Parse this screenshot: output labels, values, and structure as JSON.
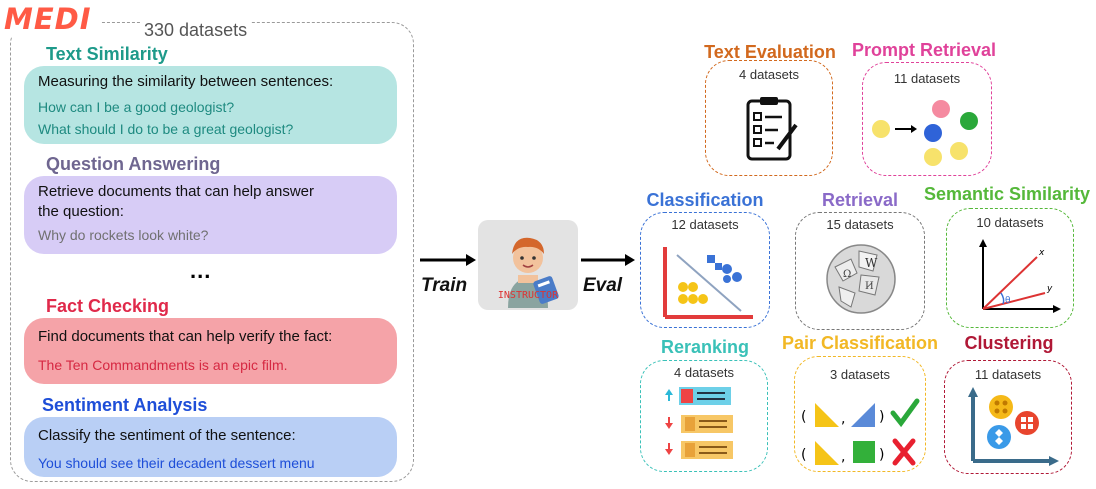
{
  "medi": {
    "logo": "MEDI",
    "count": "330 datasets",
    "ellipsis": "...",
    "tasks": [
      {
        "title": "Text Similarity",
        "color": "#1e9a8a",
        "instruction": "Measuring the similarity between sentences:",
        "examples": [
          "How can I be a good geologist?",
          "What should I do to be a great geologist?"
        ],
        "card_color": "#b6e5e2",
        "example_color": "#1e8a80"
      },
      {
        "title": "Question Answering",
        "color": "#6f6690",
        "instruction_lines": [
          "Retrieve documents that can help answer",
          "the question:"
        ],
        "examples": [
          "Why do rockets look white?"
        ],
        "card_color": "#d7ccf6",
        "example_color": "#707070"
      },
      {
        "title": "Fact Checking",
        "color": "#e0294a",
        "instruction": "Find documents that can help verify the fact:",
        "examples": [
          "The Ten Commandments is an epic film."
        ],
        "card_color": "#f5a3a8",
        "example_color": "#d62842"
      },
      {
        "title": "Sentiment Analysis",
        "color": "#1e4ed8",
        "instruction": "Classify the sentiment of the sentence:",
        "examples": [
          "You should see their decadent dessert menu"
        ],
        "card_color": "#b9cff5",
        "example_color": "#1e4ed8"
      }
    ]
  },
  "flow": {
    "train": "Train",
    "eval": "Eval",
    "instructor": "INSTRUCTOR"
  },
  "evals": {
    "text_evaluation": {
      "title": "Text Evaluation",
      "count": "4 datasets",
      "color": "#d2691e"
    },
    "prompt_retrieval": {
      "title": "Prompt Retrieval",
      "count": "11 datasets",
      "color": "#e0429a"
    },
    "classification": {
      "title": "Classification",
      "count": "12 datasets",
      "color": "#3a72d6"
    },
    "retrieval": {
      "title": "Retrieval",
      "count": "15 datasets",
      "color": "#8a6ac8"
    },
    "semantic_similarity": {
      "title": "Semantic Similarity",
      "count": "10 datasets",
      "color": "#55b83a"
    },
    "reranking": {
      "title": "Reranking",
      "count": "4 datasets",
      "color": "#3ac1b8"
    },
    "pair_classification": {
      "title": "Pair Classification",
      "count": "3 datasets",
      "color": "#f2b825"
    },
    "clustering": {
      "title": "Clustering",
      "count": "11 datasets",
      "color": "#b01836"
    }
  },
  "icons": {
    "semantic_axis_x": "x",
    "semantic_axis_y": "y",
    "semantic_angle": "θ",
    "pair_parens": [
      "(",
      ",",
      ")"
    ]
  }
}
